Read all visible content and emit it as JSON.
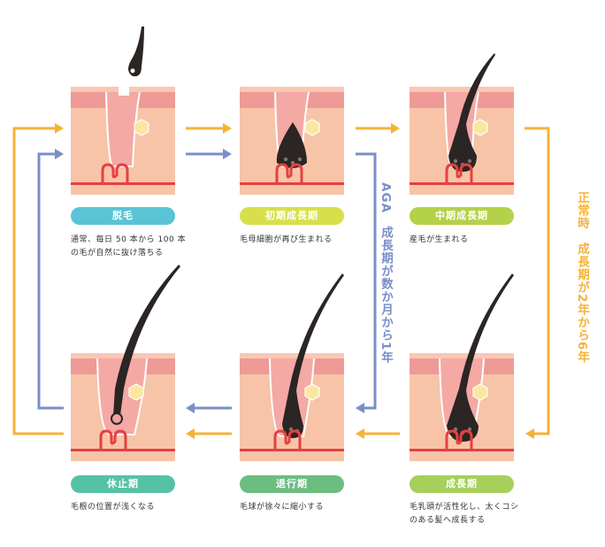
{
  "stages": [
    {
      "id": "datsumo",
      "label": "脱毛",
      "color": "#5bc3d6",
      "desc": [
        "通常、毎日 50 本から 100 本",
        "の毛が自然に抜け落ちる"
      ]
    },
    {
      "id": "shoki",
      "label": "初期成長期",
      "color": "#d7e04c",
      "desc": [
        "毛母細胞が再び生まれる"
      ]
    },
    {
      "id": "chuki",
      "label": "中期成長期",
      "color": "#b5d14a",
      "desc": [
        "産毛が生まれる"
      ]
    },
    {
      "id": "seichoki",
      "label": "成長期",
      "color": "#a6d05a",
      "desc": [
        "毛乳頭が活性化し、太くコシ",
        "のある髪へ成長する"
      ]
    },
    {
      "id": "taikoki",
      "label": "退行期",
      "color": "#6cbd80",
      "desc": [
        "毛球が徐々に縮小する"
      ]
    },
    {
      "id": "kyushiki",
      "label": "休止期",
      "color": "#56c2a5",
      "desc": [
        "毛根の位置が浅くなる"
      ]
    }
  ],
  "cycles": {
    "aga": {
      "text": "AGA　成長期が数か月から1年",
      "color": "#7a8fc7"
    },
    "normal": {
      "text": "正常時　成長期が2年から6年",
      "color": "#f5b335"
    }
  },
  "colors": {
    "skin_top": "#f9c7b4",
    "skin_dermis": "#f7c4a8",
    "epidermis": "#ee9a96",
    "blood": "#e6403f",
    "hair": "#2b2524",
    "fat": "#fbe7a0"
  }
}
